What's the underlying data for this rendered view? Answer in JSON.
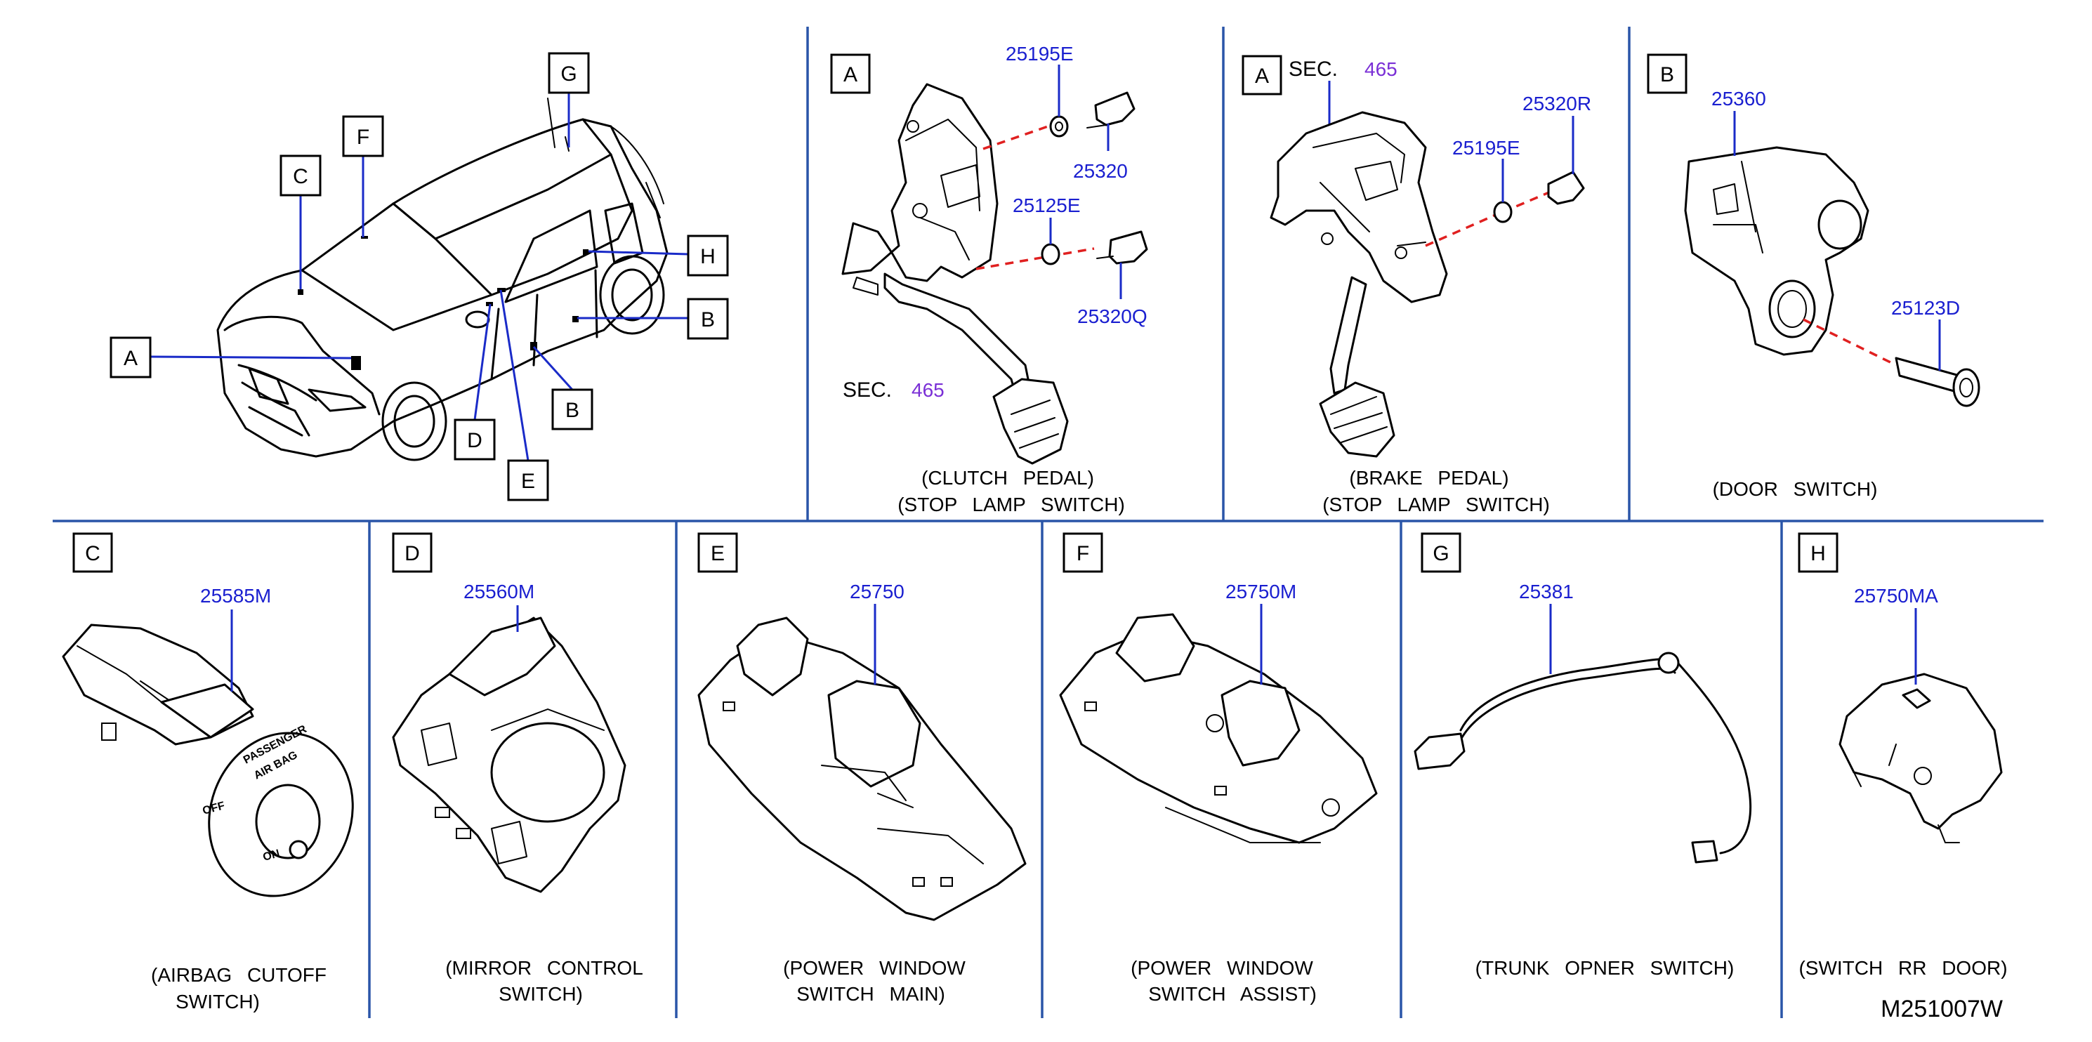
{
  "diagram_code": "M251007W",
  "overview": {
    "callouts": [
      "A",
      "B",
      "B",
      "C",
      "D",
      "E",
      "F",
      "G",
      "H"
    ]
  },
  "panels": {
    "clutch": {
      "letter": "A",
      "parts": [
        "25195E",
        "25320",
        "25125E",
        "25320Q"
      ],
      "sec_label": "SEC.",
      "sec_number": "465",
      "caption_line1": "(CLUTCH PEDAL)",
      "caption_line2": "(STOP LAMP SWITCH)"
    },
    "brake": {
      "letter": "A",
      "sec_label": "SEC.",
      "sec_number": "465",
      "parts": [
        "25320R",
        "25195E"
      ],
      "caption_line1": "(BRAKE PEDAL)",
      "caption_line2": "(STOP LAMP SWITCH)"
    },
    "door": {
      "letter": "B",
      "parts": [
        "25360",
        "25123D"
      ],
      "caption_line1": "(DOOR SWITCH)"
    },
    "airbag": {
      "letter": "C",
      "part": "25585M",
      "caption_line1": "(AIRBAG CUTOFF",
      "caption_line2": "SWITCH)",
      "face_line1": "PASSENGER",
      "face_line2": "AIR BAG",
      "face_off": "OFF",
      "face_on": "ON"
    },
    "mirror": {
      "letter": "D",
      "part": "25560M",
      "caption_line1": "(MIRROR CONTROL",
      "caption_line2": "SWITCH)"
    },
    "pw_main": {
      "letter": "E",
      "part": "25750",
      "caption_line1": "(POWER WINDOW",
      "caption_line2": "SWITCH MAIN)"
    },
    "pw_assist": {
      "letter": "F",
      "part": "25750M",
      "caption_line1": "(POWER WINDOW",
      "caption_line2": "SWITCH ASSIST)"
    },
    "trunk": {
      "letter": "G",
      "part": "25381",
      "caption_line1": "(TRUNK OPNER SWITCH)"
    },
    "rr_door": {
      "letter": "H",
      "part": "25750MA",
      "caption_line1": "(SWITCH RR DOOR)"
    }
  },
  "colors": {
    "separator": "#2a55a8",
    "part_number": "#1a1fd0",
    "section_ref": "#7a2fd6",
    "dashed_leader": "#e02020"
  }
}
